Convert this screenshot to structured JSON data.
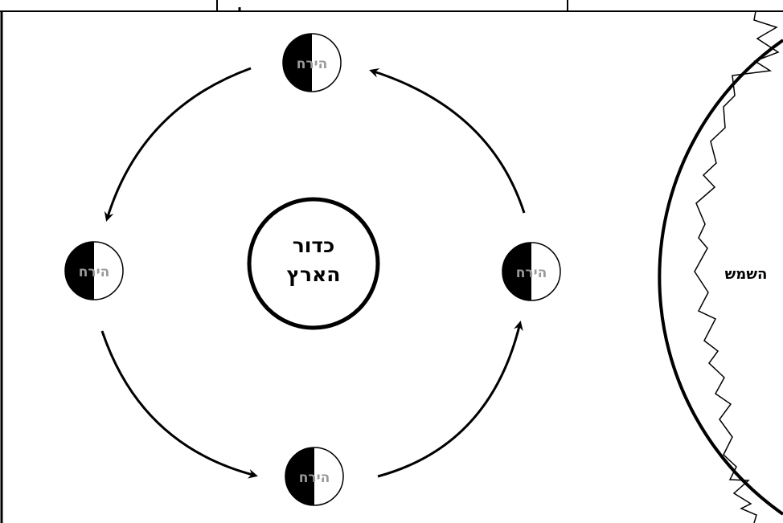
{
  "diagram": {
    "earth_label_line1": "כדור",
    "earth_label_line2": "הארץ",
    "sun_label": "השמש",
    "moons": [
      {
        "label": "הירח"
      },
      {
        "label": "הירח"
      },
      {
        "label": "הירח"
      },
      {
        "label": "הירח"
      }
    ]
  },
  "colors": {
    "line": "#000000",
    "background": "#ffffff",
    "moon_label": "#9a9a9a",
    "moon_dark": "#000000",
    "moon_light": "#ffffff"
  }
}
